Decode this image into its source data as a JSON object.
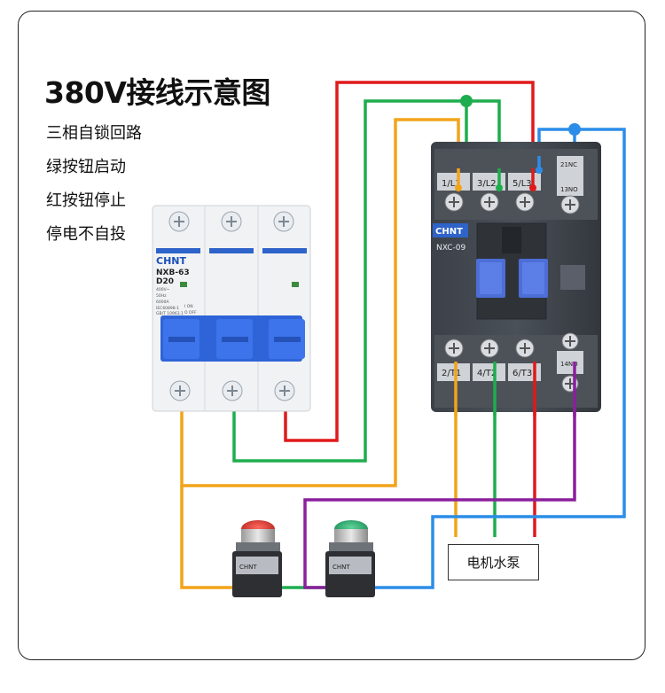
{
  "title": "380V接线示意图",
  "notes": [
    "三相自锁回路",
    "绿按钮启动",
    "红按钮停止",
    "停电不自投"
  ],
  "breaker": {
    "brand": "CHNT",
    "model": "NXB-63",
    "rating": "D20",
    "spec_lines": [
      "400V~",
      "50Hz",
      "6000A",
      "IEC60898-1",
      "GB/T 10963.1"
    ],
    "on_label": "I ON",
    "off_label": "O OFF"
  },
  "contactor": {
    "brand": "CHNT",
    "model": "NXC-09",
    "top_terminals": [
      "1/L1",
      "3/L2",
      "5/L3",
      "21NC",
      "13NO"
    ],
    "bottom_terminals": [
      "2/T1",
      "4/T2",
      "6/T3",
      "14NO"
    ]
  },
  "buttons": {
    "stop_color": "#d9322e",
    "start_color": "#2aa56a",
    "base_label": "CHNT"
  },
  "load_label": "电机水泵",
  "wire_colors": {
    "red": "#e0191b",
    "green": "#1ead4e",
    "orange": "#f2a41a",
    "blue": "#2b8de8",
    "purple": "#8a1f9c"
  }
}
